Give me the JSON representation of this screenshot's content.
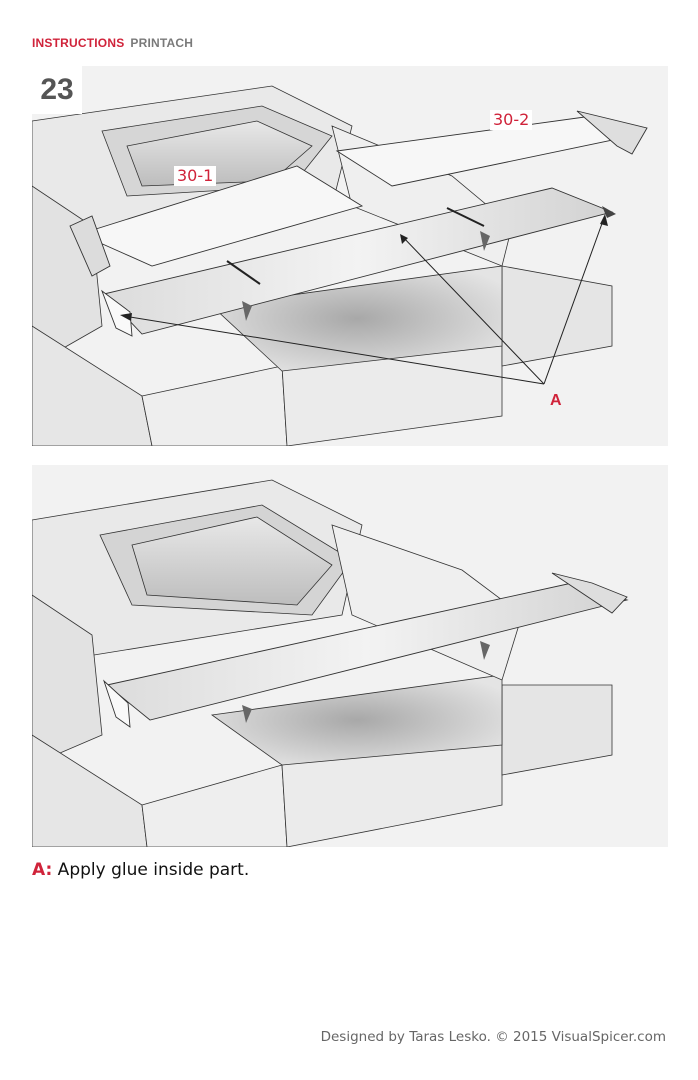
{
  "header": {
    "brand": "INSTRUCTIONS",
    "product": "PRINTACH"
  },
  "step": {
    "number": "23"
  },
  "labels": {
    "part_1": "30-1",
    "part_2": "30-2",
    "callout": "A"
  },
  "caption": {
    "key": "A:",
    "text": " Apply glue inside part."
  },
  "footer": {
    "credit": "Designed by Taras Lesko. © 2015 VisualSpicer.com"
  },
  "colors": {
    "accent": "#d0233a",
    "muted": "#7a7a7a"
  }
}
